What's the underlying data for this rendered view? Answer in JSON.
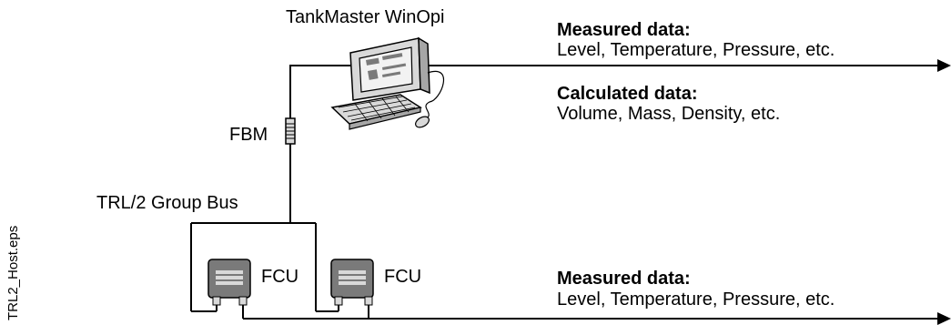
{
  "labels": {
    "workstation": "TankMaster WinOpi",
    "fbm": "FBM",
    "group_bus": "TRL/2 Group Bus",
    "fcu_1": "FCU",
    "fcu_2": "FCU",
    "file_name": "TRL2_Host.eps"
  },
  "outputs": {
    "top_measured_title": "Measured data:",
    "top_measured_items": "Level, Temperature, Pressure, etc.",
    "top_calculated_title": "Calculated data:",
    "top_calculated_items": "Volume, Mass, Density, etc.",
    "bottom_measured_title": "Measured data:",
    "bottom_measured_items": "Level, Temperature, Pressure, etc."
  },
  "colors": {
    "line": "#000000",
    "device_body": "#d9d9d9",
    "device_dark": "#7a7a7a"
  }
}
